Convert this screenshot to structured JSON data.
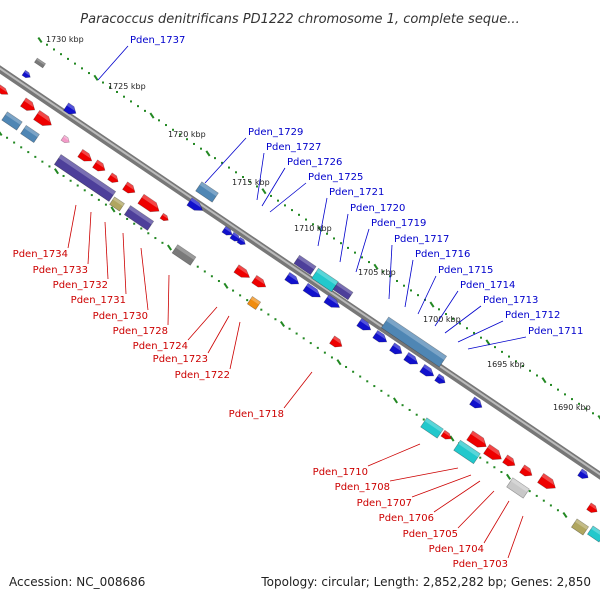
{
  "title": "Paracoccus denitrificans PD1222 chromosome 1, complete seque...",
  "accession": "Accession: NC_008686",
  "topology": "Topology: circular; Length: 2,852,282 bp; Genes: 2,850",
  "colors": {
    "forward_label": "#0000cc",
    "reverse_label": "#cc0000",
    "backbone": "#888888",
    "tick": "#228822",
    "red": "#ee0000",
    "blue": "#1111cc",
    "steel": "#4f86b4",
    "indigo": "#4d3f9a",
    "cyan": "#22c8cc",
    "gray": "#7a7a7a",
    "khaki": "#b0a660",
    "orange": "#f08c10",
    "pink": "#f39ac8"
  },
  "kbp_labels": [
    "1730 kbp",
    "1725 kbp",
    "1720 kbp",
    "1715 kbp",
    "1710 kbp",
    "1705 kbp",
    "1700 kbp",
    "1695 kbp",
    "1690 kbp"
  ],
  "forward_genes": [
    "Pden_1737",
    "Pden_1729",
    "Pden_1727",
    "Pden_1726",
    "Pden_1725",
    "Pden_1721",
    "Pden_1720",
    "Pden_1719",
    "Pden_1717",
    "Pden_1716",
    "Pden_1715",
    "Pden_1714",
    "Pden_1713",
    "Pden_1712",
    "Pden_1711"
  ],
  "reverse_genes": [
    "Pden_1734",
    "Pden_1733",
    "Pden_1732",
    "Pden_1731",
    "Pden_1730",
    "Pden_1728",
    "Pden_1724",
    "Pden_1723",
    "Pden_1722",
    "Pden_1718",
    "Pden_1710",
    "Pden_1708",
    "Pden_1707",
    "Pden_1706",
    "Pden_1705",
    "Pden_1704",
    "Pden_1703"
  ]
}
